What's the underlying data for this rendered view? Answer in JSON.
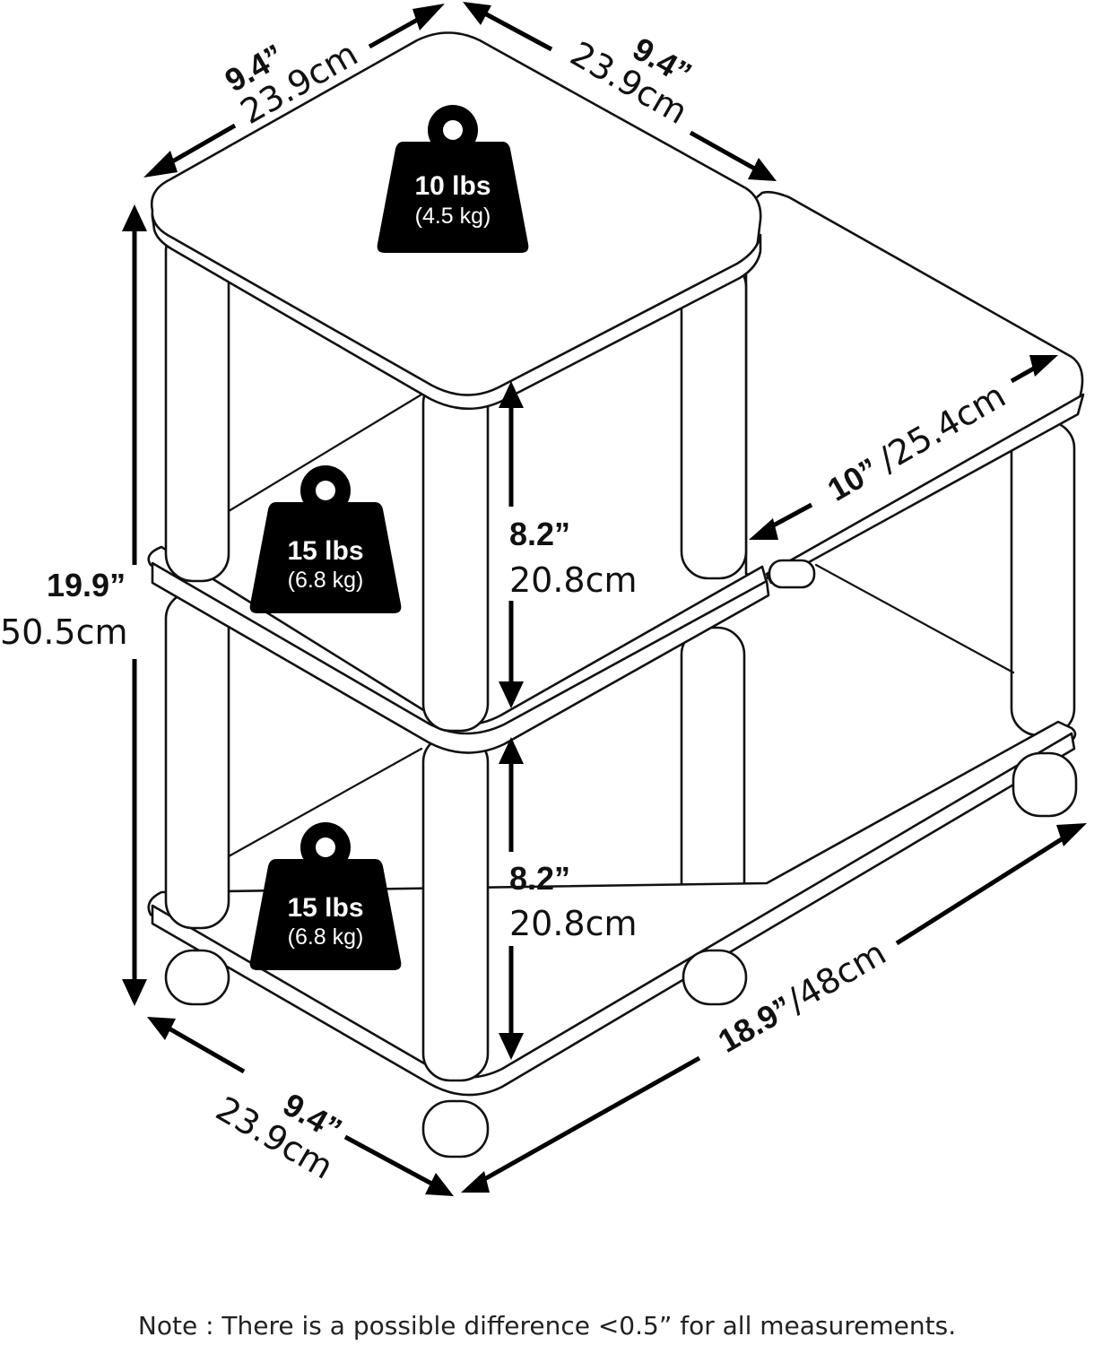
{
  "dimensions": {
    "top_left_depth": {
      "inch": "9.4”",
      "cm": "23.9cm"
    },
    "top_right_width": {
      "inch": "9.4”",
      "cm": "23.9cm"
    },
    "total_height": {
      "inch": "19.9”",
      "cm": "50.5cm"
    },
    "upper_clearance": {
      "inch": "8.2”",
      "cm": "20.8cm"
    },
    "lower_clearance": {
      "inch": "8.2”",
      "cm": "20.8cm"
    },
    "step_height": {
      "inch": "10”",
      "cm": "/25.4cm"
    },
    "bottom_depth": {
      "inch": "9.4”",
      "cm": "23.9cm"
    },
    "total_length": {
      "inch": "18.9”",
      "cm": "/48cm"
    }
  },
  "weights": {
    "top": {
      "lbs": "10 lbs",
      "kg": "(4.5 kg)"
    },
    "middle": {
      "lbs": "15 lbs",
      "kg": "(6.8 kg)"
    },
    "bottom": {
      "lbs": "15 lbs",
      "kg": "(6.8 kg)"
    }
  },
  "note": "Note : There is a possible difference <0.5” for all measurements."
}
